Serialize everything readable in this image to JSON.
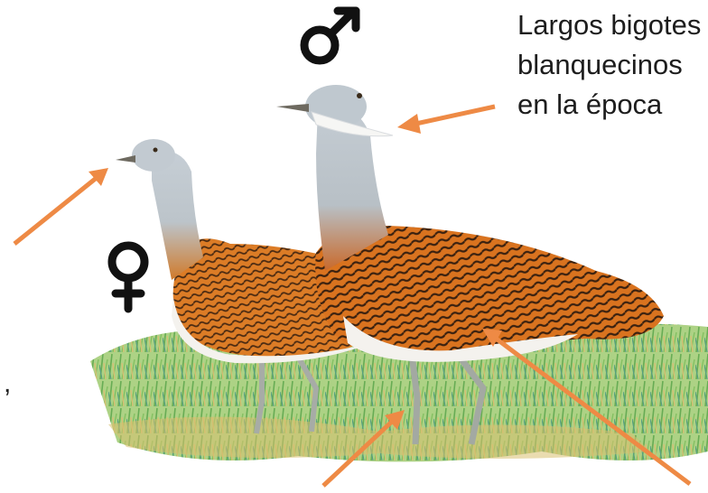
{
  "caption": {
    "lines": [
      "Largos bigotes",
      "blanquecinos",
      "en la época"
    ]
  },
  "stray_mark": ",",
  "symbols": {
    "male": "male-symbol-icon",
    "female": "female-symbol-icon"
  },
  "colors": {
    "arrow": "#ee8a45",
    "plumage_orange": "#d9731f",
    "head_grey": "#b9c3cc",
    "belly_white": "#f4f2ee",
    "grass_green": "#8fc36a",
    "symbol": "#111111"
  }
}
